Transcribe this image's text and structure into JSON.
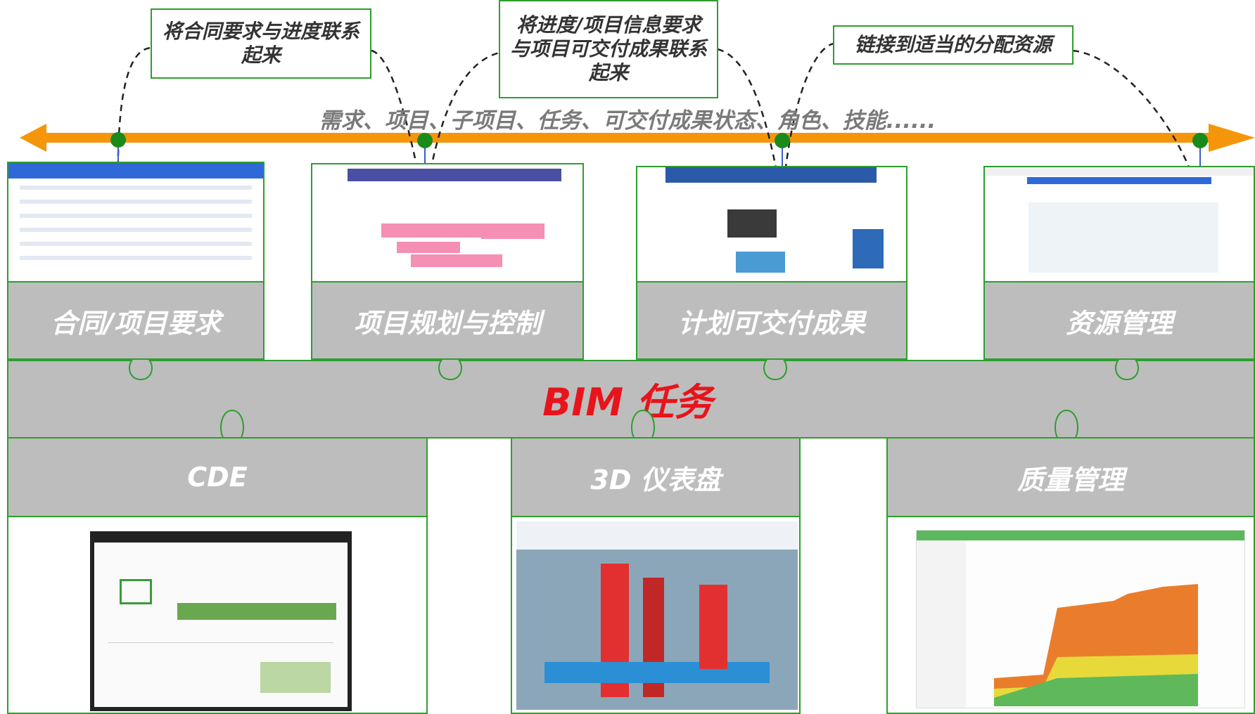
{
  "callouts": {
    "left": "将合同要求与进度联系起来",
    "middle": "将进度/项目信息要求与项目可交付成果联系起来",
    "right": "链接到适当的分配资源"
  },
  "band_text": "需求、项目、子项目、任务、可交付成果状态、角色、技能......",
  "top_modules": [
    "合同/项目要求",
    "项目规划与控制",
    "计划可交付成果",
    "资源管理"
  ],
  "center": "BIM 任务",
  "bottom_modules": [
    "CDE",
    "3D 仪表盘",
    "质量管理"
  ],
  "colors": {
    "arrow": "#f5960a",
    "border": "#2e9e2e",
    "gray": "#bdbdbd",
    "center_text": "#e8141b"
  }
}
